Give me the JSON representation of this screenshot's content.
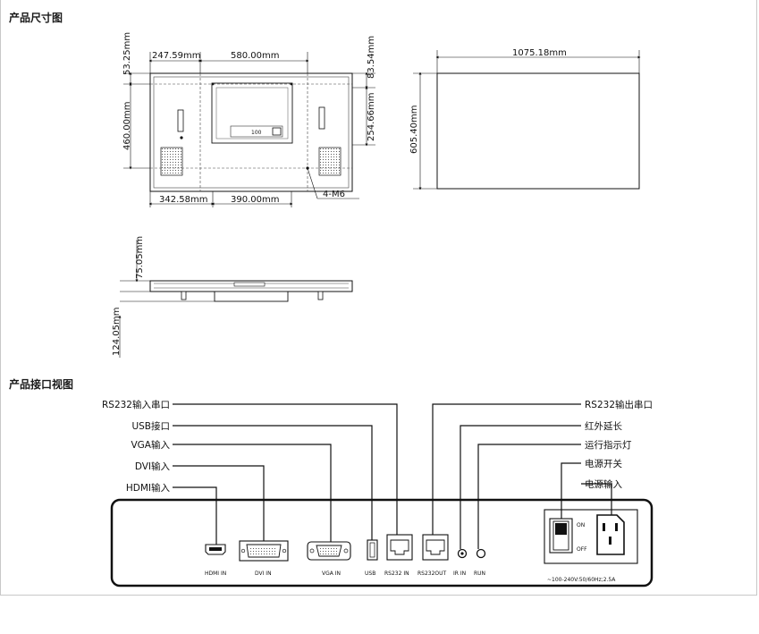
{
  "sections": {
    "dimensions_title": "产品尺寸图",
    "interface_title": "产品接口视图"
  },
  "front_view": {
    "top_left_width": "247.59mm",
    "top_mid_width": "580.00mm",
    "left_top_height": "53.25mm",
    "left_main_height": "460.00mm",
    "right_top_height": "83.54mm",
    "right_mid_height": "254.66mm",
    "bottom_left_width": "342.58mm",
    "bottom_mid_width": "390.00mm",
    "screw_label": "4-M6",
    "panel_text": "100"
  },
  "back_view": {
    "width": "1075.18mm",
    "height": "605.40mm"
  },
  "side_view": {
    "thickness": "75.05mm",
    "total_depth": "124.05mm"
  },
  "interface": {
    "left_callouts": [
      "RS232输入串口",
      "USB接口",
      "VGA输入",
      "DVI输入",
      "HDMI输入"
    ],
    "right_callouts": [
      "RS232输出串口",
      "红外延长",
      "运行指示灯",
      "电源开关",
      "电源输入"
    ],
    "port_labels": {
      "hdmi": "HDMI IN",
      "dvi": "DVI IN",
      "vga": "VGA IN",
      "usb": "USB",
      "rs232_in": "RS232 IN",
      "rs232_out": "RS232OUT",
      "ir": "IR IN",
      "run": "RUN"
    },
    "switch_on": "ON",
    "switch_off": "OFF",
    "power_rating": "~100-240V:50/60Hz;2.5A"
  }
}
